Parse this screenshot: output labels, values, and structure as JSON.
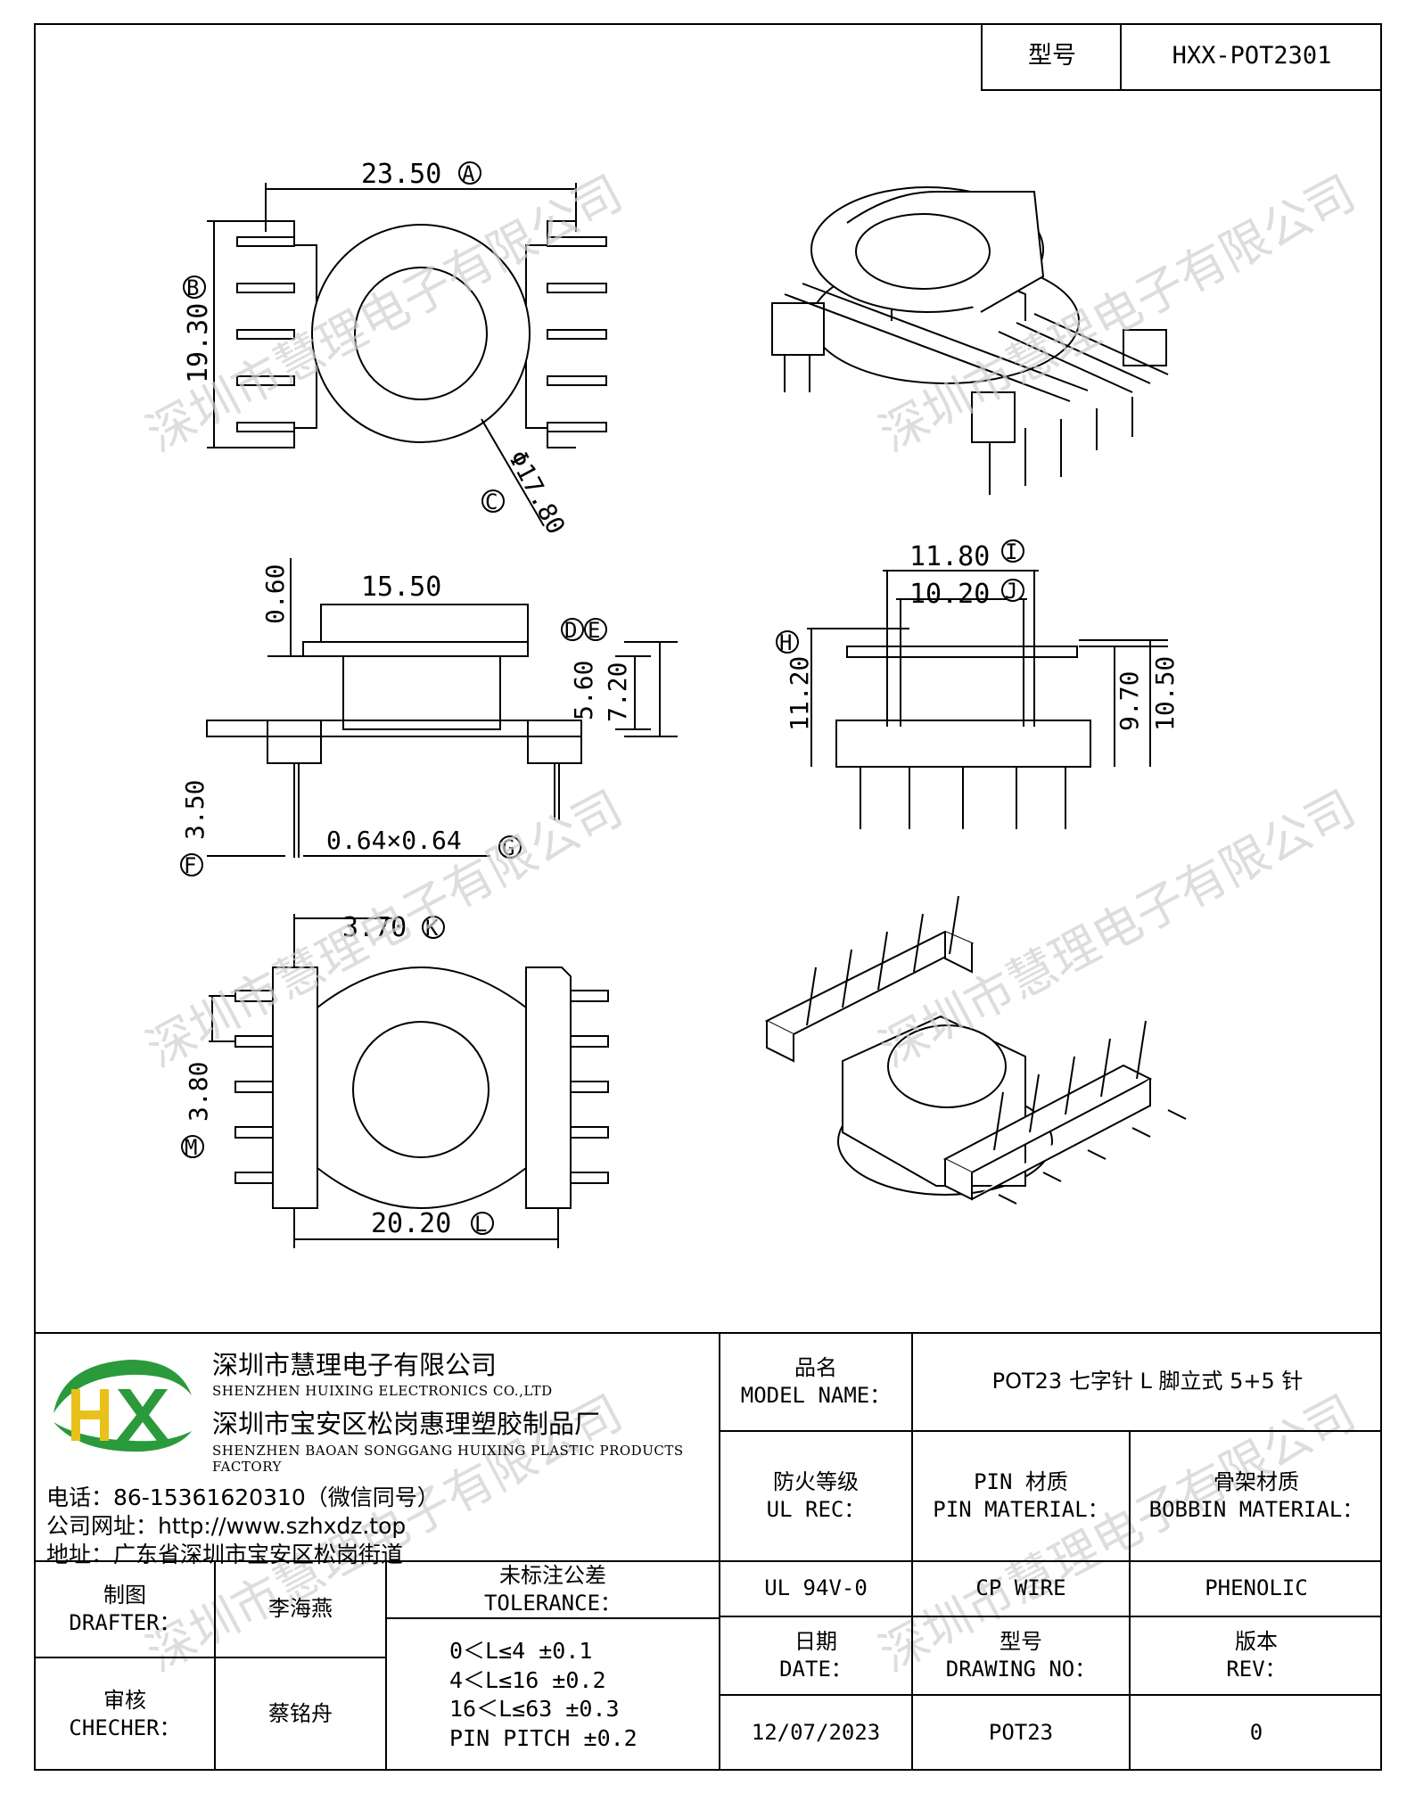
{
  "header": {
    "type_label": "型号",
    "type_value": "HXX-POT2301"
  },
  "dimensions": {
    "A": "23.50",
    "B": "19.30",
    "C": "Φ17.80",
    "top_width": "15.50",
    "top_gap": "0.60",
    "D_E_a": "5.60",
    "D_E_b": "7.20",
    "F": "3.50",
    "G": "0.64×0.64",
    "I": "11.80",
    "J": "10.20",
    "H": "11.20",
    "h1": "9.70",
    "h2": "10.50",
    "K": "3.70",
    "M": "3.80",
    "L": "20.20",
    "letters": {
      "A": "A",
      "B": "B",
      "C": "C",
      "D": "D",
      "E": "E",
      "F": "F",
      "G": "G",
      "H": "H",
      "I": "I",
      "J": "J",
      "K": "K",
      "L": "L",
      "M": "M"
    }
  },
  "watermark": "深圳市慧理电子有限公司",
  "company": {
    "name_cn": "深圳市慧理电子有限公司",
    "name_en": "SHENZHEN HUIXING ELECTRONICS CO.,LTD",
    "factory_cn": "深圳市宝安区松岗惠理塑胶制品厂",
    "factory_en": "SHENZHEN BAOAN SONGGANG HUIXING PLASTIC PRODUCTS FACTORY",
    "phone": "电话：86-15361620310（微信同号）",
    "website": "公司网址：http://www.szhxdz.top",
    "address": "地址：广东省深圳市宝安区松岗街道"
  },
  "title_block": {
    "model_name_label_cn": "品名",
    "model_name_label_en": "MODEL NAME：",
    "model_name_value": "POT23 七字针 L 脚立式 5+5 针",
    "ul_label_cn": "防火等级",
    "ul_label_en": "UL REC：",
    "pin_label_cn": "PIN 材质",
    "pin_label_en": "PIN MATERIAL：",
    "bobbin_label_cn": "骨架材质",
    "bobbin_label_en": "BOBBIN MATERIAL：",
    "ul_value": "UL 94V-0",
    "pin_value": "CP WIRE",
    "bobbin_value": "PHENOLIC",
    "drafter_label_cn": "制图",
    "drafter_label_en": "DRAFTER：",
    "drafter_value": "李海燕",
    "checker_label_cn": "审核",
    "checker_label_en": "CHECHER：",
    "checker_value": "蔡铭舟",
    "tolerance_label_cn": "未标注公差",
    "tolerance_label_en": "TOLERANCE：",
    "tolerance_lines": [
      "0＜L≤4   ±0.1",
      "4＜L≤16  ±0.2",
      "16＜L≤63  ±0.3",
      "PIN PITCH ±0.2"
    ],
    "date_label_cn": "日期",
    "date_label_en": "DATE：",
    "date_value": "12/07/2023",
    "drawing_label_cn": "型号",
    "drawing_label_en": "DRAWING NO：",
    "drawing_value": "POT23",
    "rev_label_cn": "版本",
    "rev_label_en": "REV：",
    "rev_value": "0"
  }
}
